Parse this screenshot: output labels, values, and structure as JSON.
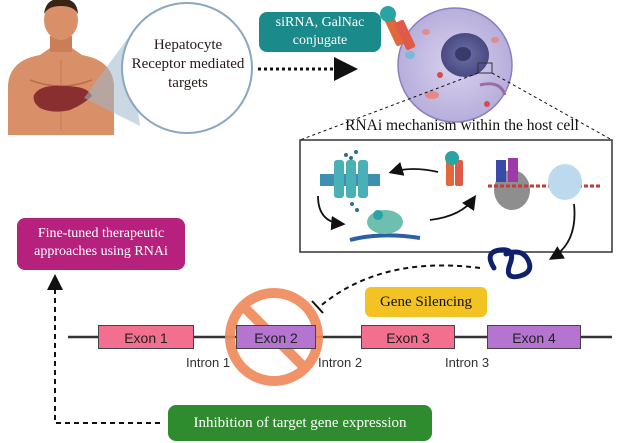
{
  "labels": {
    "hepatocyte": "Hepatocyte Receptor mediated targets",
    "sirna": "siRNA, GalNac conjugate",
    "rnai_mechanism": "RNAi mechanism within the host cell",
    "fine_tuned": "Fine-tuned therapeutic approaches using RNAi",
    "gene_silencing": "Gene Silencing",
    "inhibition": "Inhibition of target gene expression"
  },
  "gene": {
    "exons": [
      {
        "label": "Exon 1",
        "color": "#f36f8f"
      },
      {
        "label": "Exon 2",
        "color": "#b474d0"
      },
      {
        "label": "Exon 3",
        "color": "#f36f8f"
      },
      {
        "label": "Exon 4",
        "color": "#b474d0"
      }
    ],
    "introns": [
      "Intron 1",
      "Intron 2",
      "Intron 3"
    ]
  },
  "colors": {
    "teal": "#1a8a8a",
    "magenta": "#b5217d",
    "yellow": "#f2c323",
    "green": "#2e8b2e",
    "prohibit": "#f08a5d"
  },
  "icons": [
    "human-torso-icon",
    "liver-icon",
    "cell-icon",
    "sirna-complex-icon",
    "membrane-channel-icon",
    "dicer-icon",
    "risc-complex-icon",
    "ribosome-icon",
    "mrna-icon",
    "prohibited-icon"
  ]
}
